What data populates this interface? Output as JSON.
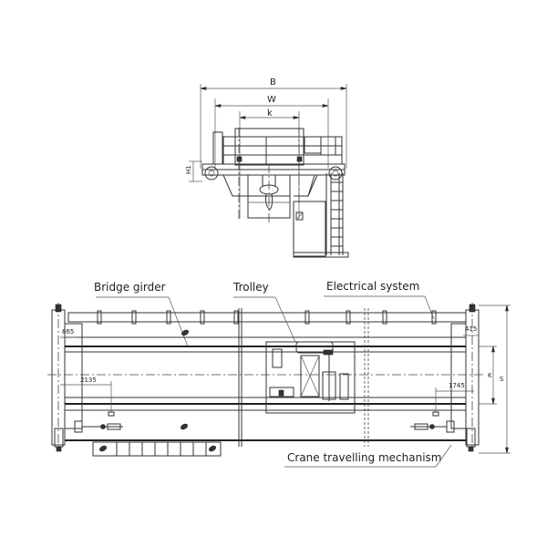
{
  "drawing": {
    "title": "Double girder overhead crane general arrangement",
    "end_view": {
      "dim_B": "B",
      "dim_W": "W",
      "dim_k": "k",
      "dim_H1": "H1"
    },
    "plan_view": {
      "labels": {
        "bridge_girder": "Bridge girder",
        "trolley": "Trolley",
        "electrical_system": "Electrical system",
        "crane_travelling_mechanism": "Crane travelling mechanism"
      },
      "dimensions": {
        "left_top": "865",
        "left_hook": "2135",
        "right_top": "415",
        "right_hook": "1745",
        "gauge_K": "K",
        "span_S": "S"
      }
    }
  }
}
